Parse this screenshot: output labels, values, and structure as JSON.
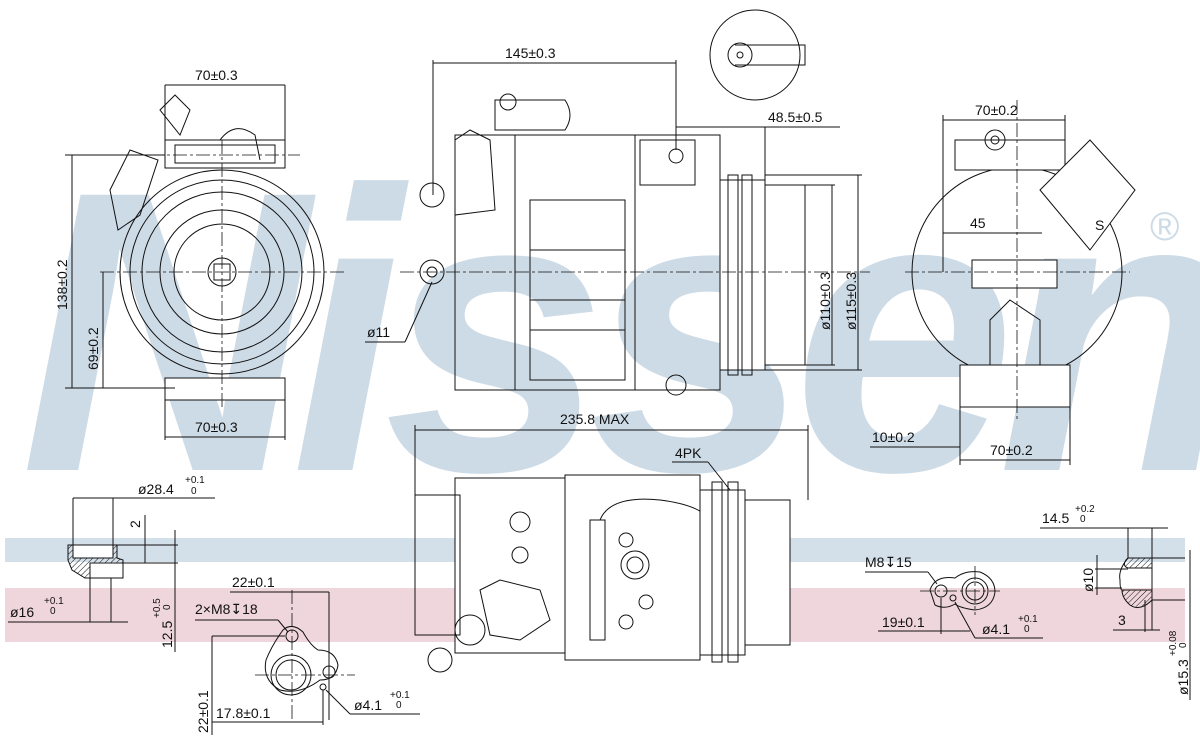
{
  "brand": {
    "name": "Nissens",
    "registered": "®"
  },
  "colors": {
    "watermark": "#cddbe7",
    "band_blue": "#d3e0ea",
    "band_pink": "#efd6dc",
    "line": "#111111"
  },
  "front_view": {
    "width_top": "70±0.3",
    "height": "138±0.2",
    "half_height": "69±0.2",
    "width_bottom": "70±0.3"
  },
  "side_view": {
    "length": "145±0.3",
    "pulley_offset": "48.5±0.5",
    "hole_dia": "ø11",
    "pulley_dia_inner": "ø110±0.3",
    "pulley_dia_outer": "ø115±0.3"
  },
  "rear_view": {
    "width_top": "70±0.2",
    "offset_45": "45",
    "connector_mark": "S",
    "offset_bottom": "10±0.2",
    "width_bottom": "70±0.2"
  },
  "bottom_view": {
    "overall_length": "235.8 MAX",
    "belt": "4PK"
  },
  "fitting_left": {
    "outer_dia": "ø28.4",
    "outer_tol_plus": "+0.1",
    "outer_tol_minus": "0",
    "step": "2",
    "inner_dia": "ø16",
    "inner_tol_plus": "+0.1",
    "inner_tol_minus": "0",
    "height": "12.5",
    "height_tol_plus": "+0.5",
    "height_tol_minus": "0"
  },
  "flange_left": {
    "spacing_x": "22±0.1",
    "threads": "2×M8↧18",
    "pin_dia": "ø4.1",
    "pin_tol_plus": "+0.1",
    "pin_tol_minus": "0",
    "spacing_y": "22±0.1",
    "pin_offset": "17.8±0.1"
  },
  "flange_right": {
    "thread": "M8↧15",
    "pin_offset": "19±0.1",
    "pin_dia": "ø4.1",
    "pin_tol_plus": "+0.1",
    "pin_tol_minus": "0"
  },
  "fitting_right": {
    "length": "14.5",
    "length_tol_plus": "+0.2",
    "length_tol_minus": "0",
    "inner_dia": "ø10",
    "chamfer": "3",
    "outer_dia": "ø15.3",
    "outer_tol_plus": "+0.08",
    "outer_tol_minus": "0"
  }
}
